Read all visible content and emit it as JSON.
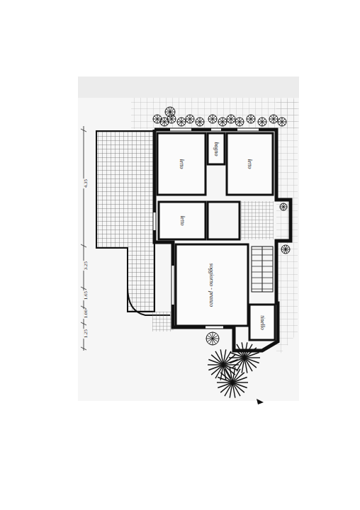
{
  "diagram": {
    "nodes": [
      {
        "text": [
          "letto"
        ]
      },
      {
        "text": [
          "bagno"
        ]
      },
      {
        "text": [
          "letto"
        ]
      },
      {
        "text": [
          "letto"
        ]
      },
      {
        "text": [
          "soggiorno - pranzo"
        ]
      },
      {
        "text": [
          "tinello"
        ]
      }
    ],
    "labels": [
      "4.35",
      "3.25",
      "1.65",
      "1.00",
      "1.25"
    ]
  }
}
